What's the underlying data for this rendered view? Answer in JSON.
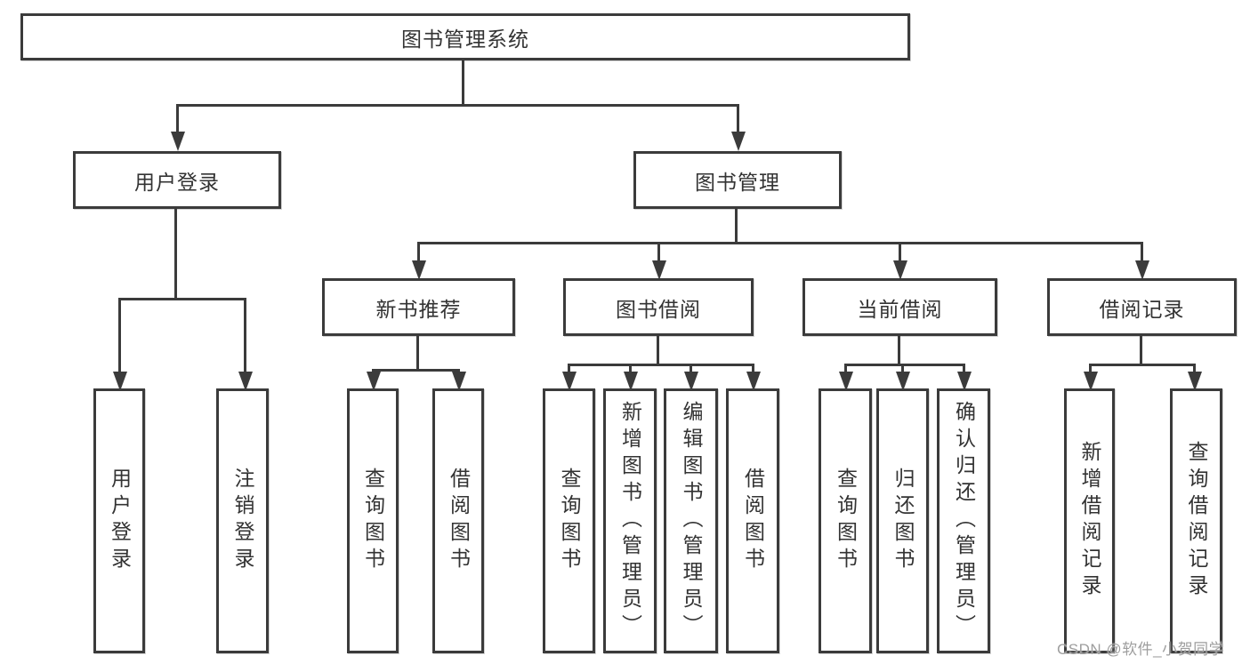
{
  "colors": {
    "background": "#ffffff",
    "line": "#3b3b3b",
    "text": "#333333",
    "watermark_gray": "#9e9e9e"
  },
  "tree": {
    "label": "图书管理系统",
    "children": [
      {
        "label": "用户登录",
        "children": [
          {
            "label": "用户登录"
          },
          {
            "label": "注销登录"
          }
        ]
      },
      {
        "label": "图书管理",
        "children": [
          {
            "label": "新书推荐",
            "children": [
              {
                "label": "查询图书"
              },
              {
                "label": "借阅图书"
              }
            ]
          },
          {
            "label": "图书借阅",
            "children": [
              {
                "label": "查询图书"
              },
              {
                "label": "新增图书（管理员）"
              },
              {
                "label": "编辑图书（管理员）"
              },
              {
                "label": "借阅图书"
              }
            ]
          },
          {
            "label": "当前借阅",
            "children": [
              {
                "label": "查询图书"
              },
              {
                "label": "归还图书"
              },
              {
                "label": "确认归还（管理员）"
              }
            ]
          },
          {
            "label": "借阅记录",
            "children": [
              {
                "label": "新增借阅记录"
              },
              {
                "label": "查询借阅记录"
              }
            ]
          }
        ]
      }
    ]
  },
  "watermark": {
    "text": "CSDN @软件_小贺同学"
  }
}
